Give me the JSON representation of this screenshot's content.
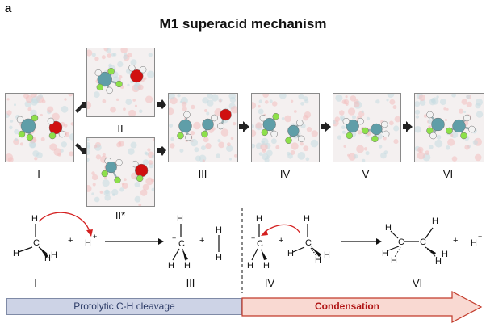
{
  "panel_letter": "a",
  "title": "M1 superacid mechanism",
  "snapshots": [
    {
      "id": "I",
      "label": "I"
    },
    {
      "id": "II",
      "label": "II"
    },
    {
      "id": "II*",
      "label": "II*"
    },
    {
      "id": "III",
      "label": "III"
    },
    {
      "id": "IV",
      "label": "IV"
    },
    {
      "id": "V",
      "label": "V"
    },
    {
      "id": "VI",
      "label": "VI"
    }
  ],
  "scheme": {
    "reactant_labels": [
      "I",
      "III",
      "IV",
      "VI"
    ],
    "atoms": {
      "H": "H",
      "C": "C",
      "plus": "+",
      "minus": "-"
    },
    "proton": "H",
    "charge": "+"
  },
  "stage_bar": {
    "left_label": "Protolytic C-H cleavage",
    "right_label": "Condensation"
  },
  "colors": {
    "carbon": "#5f9ea8",
    "hydrogen": "#ffffff",
    "fluorine": "#8de04a",
    "oxygen": "#d01010",
    "arrow_red": "#d42020",
    "bar_left": "#cdd3e6",
    "bar_right": "#f9d9d2",
    "bar_right_border": "#c23a2a"
  }
}
